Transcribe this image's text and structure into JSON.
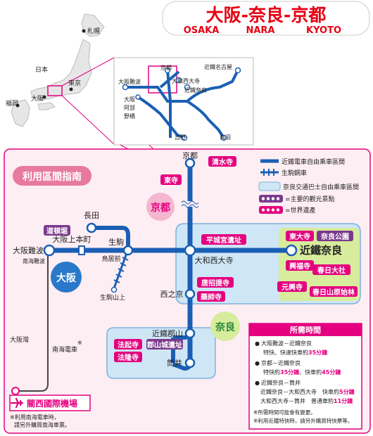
{
  "title": {
    "cn": "大阪-奈良-京都",
    "en": [
      "OSAKA",
      "NARA",
      "KYOTO"
    ]
  },
  "overview": {
    "japan_labels": {
      "sapporo": "札幌",
      "japan_sea": "日本",
      "tokyo": "東京",
      "osaka": "大阪",
      "fukuoka": "福岡"
    },
    "inset_labels": {
      "kyoto": "京都",
      "osaka_namba": "大阪難波",
      "yamato_saidaiji": "大和西大寺",
      "kintetsu_nara": "近鐵奈良",
      "kintetsu_nagoya": "近鐵名古屋",
      "osaka_abeno_1": "大阪",
      "osaka_abeno_2": "阿部",
      "osaka_abeno_3": "野橋",
      "yoshino": "吉野",
      "toba": "鳥羽"
    }
  },
  "panel_title": "利用區間指南",
  "legend": [
    {
      "text": "近鐵電車自由乘車區間"
    },
    {
      "text": "生駒鋼車"
    },
    {
      "text": "奈良交通巴士自由乘車區間"
    },
    {
      "text": "=主要的觀光景點"
    },
    {
      "text": "=世界遺產"
    }
  ],
  "region_labels": {
    "kyoto": "京都",
    "osaka": "大阪",
    "nara": "奈良"
  },
  "stations": {
    "kyoto": "京都",
    "osaka_namba": "大阪難波",
    "nankai_namba": "南海難波",
    "osaka_uehommachi": "大阪上本町",
    "nagata": "長田",
    "ikoma": "生駒",
    "toriimae": "鳥居前",
    "ikoma_sanjo": "生駒山上",
    "yamato_saidaiji": "大和西大寺",
    "kintetsu_nara": "近鐵奈良",
    "nishinokyo": "西之京",
    "kintetsu_koriyama": "近鐵郡山",
    "tsutsui": "筒井",
    "osaka_bay": "大阪灣",
    "nankai_railway": "南海電車",
    "asterisk": "※"
  },
  "attractions": {
    "kiyomizu": "清水寺",
    "toji": "東寺",
    "dotonbori": "道頓堀",
    "heijo": "平城宮遺址",
    "todaiji": "東大寺",
    "nara_park": "奈良公園",
    "kofukuji": "興福寺",
    "kasuga": "春日大社",
    "toshodaiji": "唐招提寺",
    "yakushiji": "藥師寺",
    "gangoji": "元興寺",
    "kasuga_forest": "春日山原始林",
    "hokiji": "法起寺",
    "koriyama_castle": "郡山城遺址",
    "horyuji": "法隆寺"
  },
  "airport": "關西國際機場",
  "airport_note": [
    "※利用南海電車時，",
    "請另外購買南海車票。"
  ],
  "times": {
    "header": "所需時間",
    "sections": [
      {
        "title": "大阪難波－近鐵奈良",
        "lines": [
          {
            "a": "特快、快速快車約",
            "b": "35分鐘",
            "c": ""
          }
        ]
      },
      {
        "title": "京都－近鐵奈良",
        "lines": [
          {
            "a": "特快約",
            "b": "35分鐘",
            "c": "、快車約"
          }
        ]
      },
      {
        "title": "近鐵奈良－筒井",
        "lines": [
          {
            "a": "近鐵奈良－大和西大寺　快車約",
            "b": "5分鐘",
            "c": ""
          },
          {
            "a": "大和西大寺－筒井　普通車約",
            "b": "11分鐘",
            "c": ""
          }
        ]
      }
    ],
    "kyoto_second": "45分鐘",
    "notes": [
      "※所需時間可能會有變更。",
      "※利用近鐵特快時，請另外購買特快票等。"
    ]
  },
  "colors": {
    "accent": "#e4007f",
    "rail": "#1a5fb4",
    "bus_area": "#cfe6f6",
    "panel_bg": "#fdeef3",
    "nara_green": "#d7ec9c",
    "region_circle": "#f5b6cf",
    "osaka_circle": "#2a78c9"
  }
}
